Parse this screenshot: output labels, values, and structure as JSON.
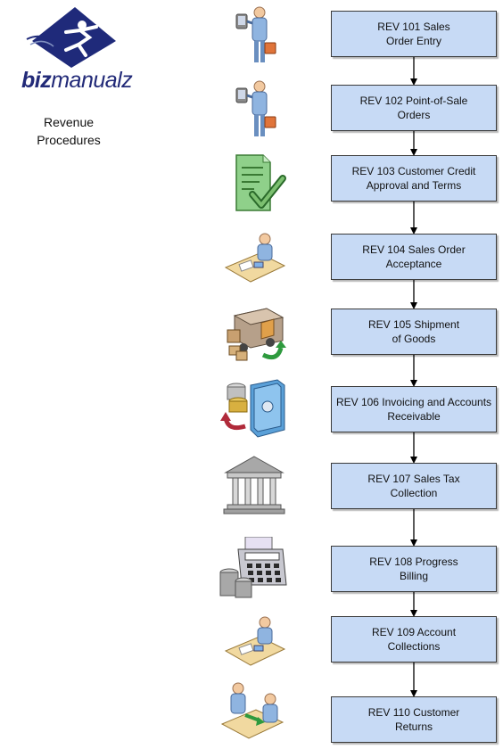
{
  "brand": {
    "name_bold": "biz",
    "name_rest": "manualz"
  },
  "subtitle": "Revenue\nProcedures",
  "steps": [
    {
      "label": "REV 101 Sales\nOrder Entry",
      "icon": "person-with-tablet-and-briefcase-icon"
    },
    {
      "label": "REV 102 Point-of-Sale\nOrders",
      "icon": "person-with-tablet-and-briefcase-icon"
    },
    {
      "label": "REV 103 Customer Credit\nApproval and Terms",
      "icon": "document-checkmark-icon"
    },
    {
      "label": "REV 104 Sales Order Acceptance",
      "icon": "person-at-desk-icon"
    },
    {
      "label": "REV 105 Shipment\nof Goods",
      "icon": "delivery-truck-icon"
    },
    {
      "label": "REV 106 Invoicing and Accounts\nReceivable",
      "icon": "coins-and-safe-icon"
    },
    {
      "label": "REV 107 Sales Tax\nCollection",
      "icon": "government-building-icon"
    },
    {
      "label": "REV 108 Progress\nBilling",
      "icon": "calculator-and-coins-icon"
    },
    {
      "label": "REV 109 Account\nCollections",
      "icon": "person-at-desk-icon"
    },
    {
      "label": "REV 110 Customer\nReturns",
      "icon": "two-people-exchange-icon"
    }
  ],
  "colors": {
    "box_fill": "#c7daf5",
    "logo_blue": "#222a78",
    "arrow": "#000000"
  }
}
